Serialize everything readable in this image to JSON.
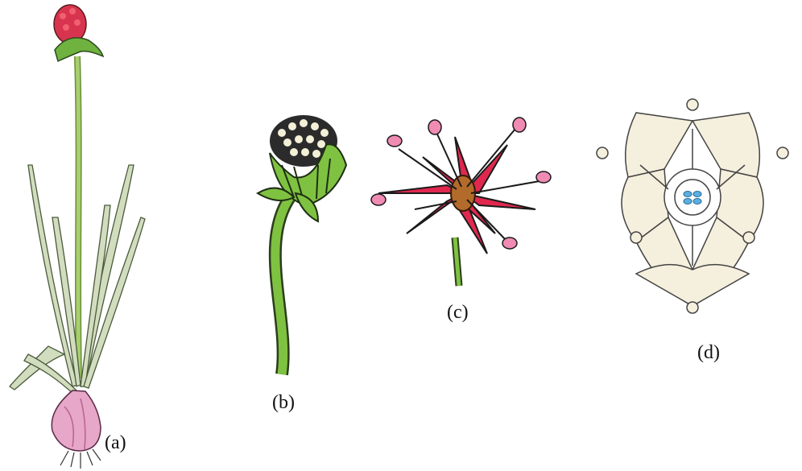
{
  "captions": {
    "a": "(a)",
    "b": "(b)",
    "c": "(c)",
    "d": "(d)"
  },
  "colors": {
    "leaf": "#c9d6b4",
    "leaf_edge": "#4a5a3a",
    "stem": "#8fbf4f",
    "bulb": "#e7a7c8",
    "flowerhead": "#d8344f",
    "petal": "#e0284f",
    "anther": "#f08bb4",
    "ovary": "#b36b2b",
    "diagram_fill": "#f5efdd",
    "diagram_line": "#444444",
    "center_flower": "#5aaee0"
  }
}
